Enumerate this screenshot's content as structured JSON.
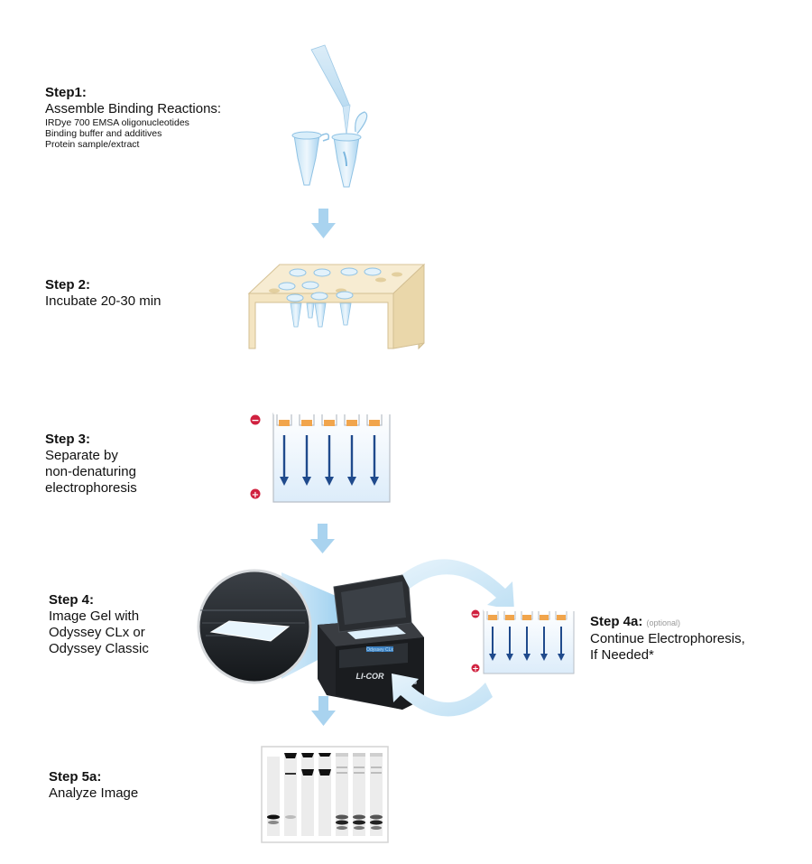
{
  "steps": {
    "step1": {
      "title": "Step1:",
      "main": "Assemble Binding Reactions:",
      "items": [
        "IRDye 700 EMSA oligonucleotides",
        "Binding buffer and additives",
        "Protein sample/extract"
      ]
    },
    "step2": {
      "title": "Step 2:",
      "lines": [
        "Incubate 20-30 min"
      ]
    },
    "step3": {
      "title": "Step 3:",
      "lines": [
        "Separate by",
        "non-denaturing",
        "electrophoresis"
      ]
    },
    "step4": {
      "title": "Step 4:",
      "lines": [
        "Image Gel with",
        "Odyssey CLx or",
        "Odyssey Classic"
      ]
    },
    "step4a": {
      "title": "Step 4a:",
      "optional": "(optional)",
      "lines": [
        "Continue Electrophoresis,",
        "If Needed*"
      ]
    },
    "step5a": {
      "title": "Step 5a:",
      "lines": [
        "Analyze Image"
      ]
    }
  },
  "instrument": {
    "brand_logo": "LI-COR",
    "display_label": "Odyssey CLx"
  },
  "gel_signs": {
    "negative": "−",
    "positive": "+"
  },
  "colors": {
    "arrow": "#a9d3ef",
    "gel_arrow": "#1f4a8c",
    "well": "#f1a54c",
    "pole": "#d0213f",
    "tray": "#f7ecd2",
    "instrument": "#222428"
  }
}
